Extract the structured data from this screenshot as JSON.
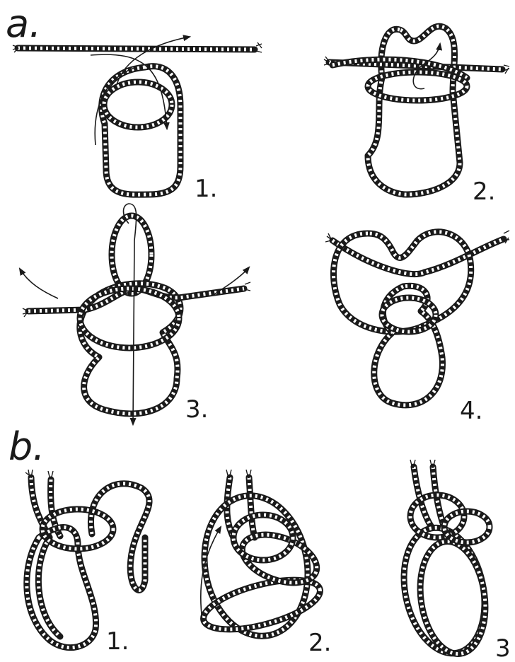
{
  "figure": {
    "sections": [
      {
        "label": "a.",
        "steps": [
          {
            "label": "1."
          },
          {
            "label": "2."
          },
          {
            "label": "3."
          },
          {
            "label": "4."
          }
        ]
      },
      {
        "label": "b.",
        "steps": [
          {
            "label": "1."
          },
          {
            "label": "2."
          },
          {
            "label": "3"
          }
        ]
      }
    ],
    "colors": {
      "rope": "#1a1a1a",
      "background": "#ffffff"
    }
  }
}
